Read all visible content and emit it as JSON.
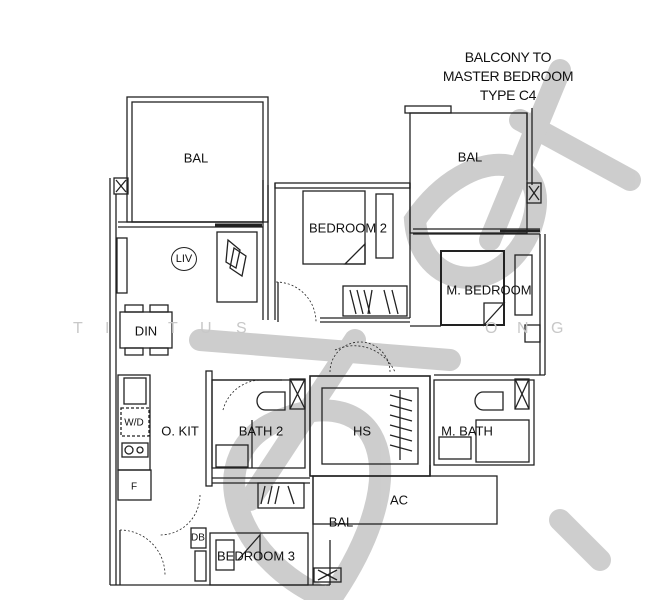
{
  "title": {
    "line1": "BALCONY TO",
    "line2": "MASTER BEDROOM TYPE C4"
  },
  "rooms": {
    "bal_left": "BAL",
    "bal_right": "BAL",
    "bal_bottom": "BAL",
    "bedroom2": "BEDROOM 2",
    "master_bedroom": "M. BEDROOM",
    "liv": "LIV",
    "din": "DIN",
    "wd": "W/D",
    "open_kitchen": "O. KIT",
    "bath2": "BATH 2",
    "hs": "HS",
    "master_bath": "M. BATH",
    "ac": "AC",
    "fridge": "F",
    "db": "DB",
    "bedroom3": "BEDROOM 3"
  },
  "watermark": {
    "letters": [
      "T",
      "I",
      "T",
      "U",
      "S",
      "O",
      "N",
      "G"
    ],
    "color": "#c8c8c8",
    "overlay_color": "#bdbdbd"
  },
  "colors": {
    "wall": "#222222",
    "background": "#ffffff"
  }
}
